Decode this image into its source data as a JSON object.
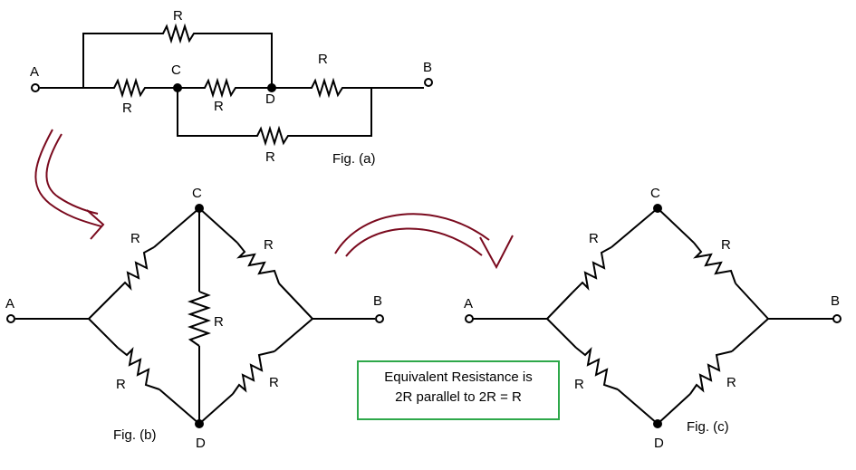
{
  "colors": {
    "wire": "#000000",
    "arrow": "#7a0a1e",
    "box_border": "#2ea84a"
  },
  "fig_a": {
    "caption": "Fig. (a)",
    "node_a": "A",
    "node_b": "B",
    "node_c": "C",
    "node_d": "D",
    "r_top": "R",
    "r_ac": "R",
    "r_cd": "R",
    "r_db": "R",
    "r_cb": "R"
  },
  "fig_b": {
    "caption": "Fig. (b)",
    "node_a": "A",
    "node_b": "B",
    "node_c": "C",
    "node_d": "D",
    "r_ac": "R",
    "r_cb": "R",
    "r_cd": "R",
    "r_ad": "R",
    "r_db": "R"
  },
  "fig_c": {
    "caption": "Fig. (c)",
    "node_a": "A",
    "node_b": "B",
    "node_c": "C",
    "node_d": "D",
    "r_ac": "R",
    "r_cb": "R",
    "r_ad": "R",
    "r_db": "R"
  },
  "note": {
    "line1": "Equivalent Resistance is",
    "line2": "2R parallel to 2R  = R"
  }
}
